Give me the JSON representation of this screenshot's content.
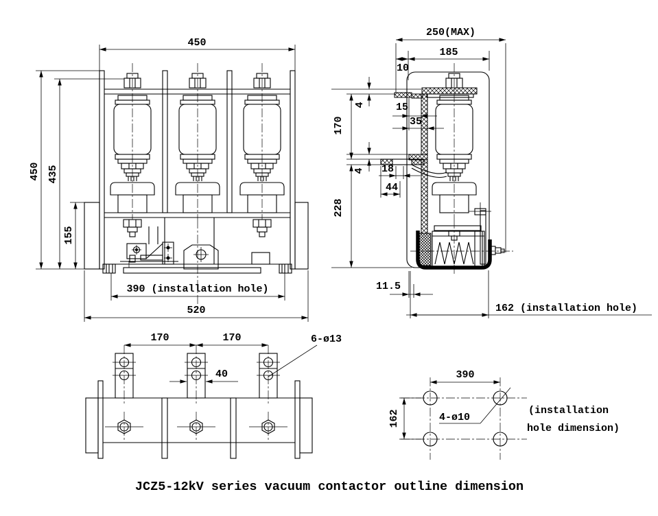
{
  "title": "JCZ5-12kV series vacuum contactor outline dimension",
  "colors": {
    "line": "#000000",
    "background": "#ffffff"
  },
  "front_view": {
    "dim_width_top": "450",
    "dim_height_total": "450",
    "dim_height_to_bolt": "435",
    "dim_height_base": "155",
    "dim_install_hole": "390 (installation hole)",
    "dim_width_overall": "520"
  },
  "side_view": {
    "dim_depth_max": "250(MAX)",
    "dim_offset_top": "10",
    "dim_depth_body": "185",
    "dim_plate_gap_top": "4",
    "dim_busbar_spacing": "170",
    "dim_wall_offset_top": "15",
    "dim_wall_offset": "35",
    "dim_plate_gap_bottom": "4",
    "dim_lower_offset": "18",
    "dim_lower_width": "44",
    "dim_height_lower": "228",
    "dim_foot_offset": "11.5",
    "dim_install_hole": "162 (installation hole)"
  },
  "bottom_view": {
    "dim_pole_pitch_left": "170",
    "dim_pole_pitch_right": "170",
    "dim_terminal_width": "40",
    "label_terminal_holes": "6-ø13"
  },
  "hole_pattern": {
    "dim_width": "390",
    "dim_height": "162",
    "label_holes": "4-ø10",
    "note_line1": "(installation",
    "note_line2": "hole dimension)"
  }
}
